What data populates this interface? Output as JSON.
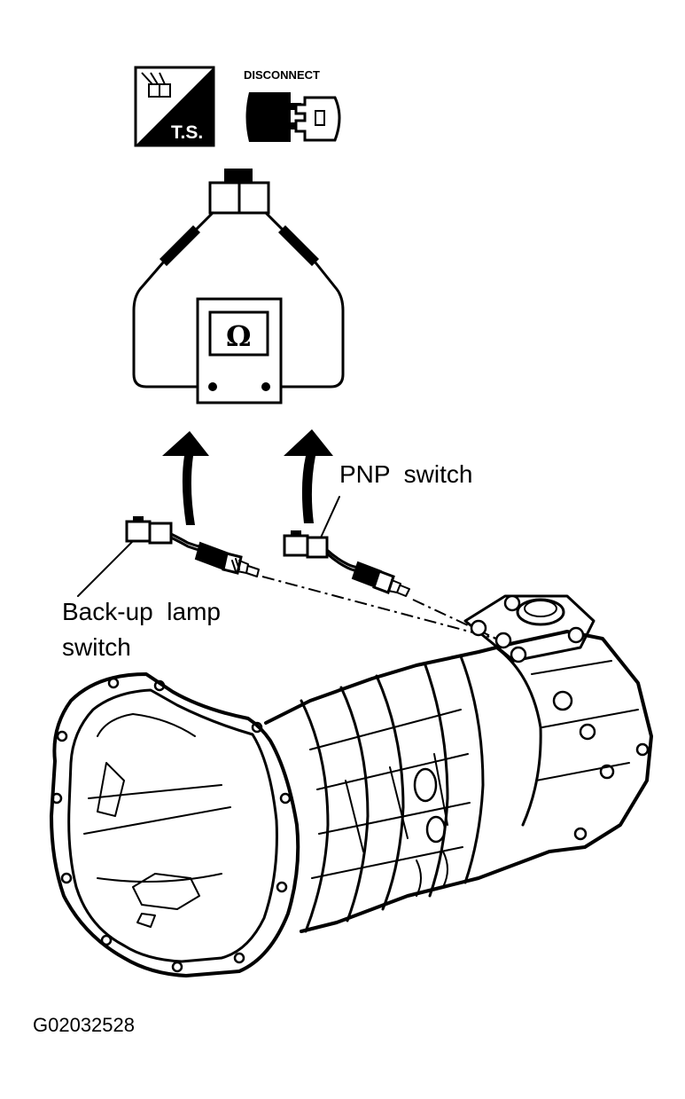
{
  "icons": {
    "test_symbol": {
      "icon": "tester-icon",
      "text": "T.S."
    },
    "disconnect": {
      "icon": "disconnect-connector-icon",
      "text": "DISCONNECT"
    }
  },
  "meter": {
    "symbol": "Ω",
    "icon": "ohmmeter-icon"
  },
  "labels": {
    "pnp_switch": "PNP  switch",
    "backup_switch_line1": "Back-up  lamp",
    "backup_switch_line2": "switch"
  },
  "figure_id": "G02032528"
}
